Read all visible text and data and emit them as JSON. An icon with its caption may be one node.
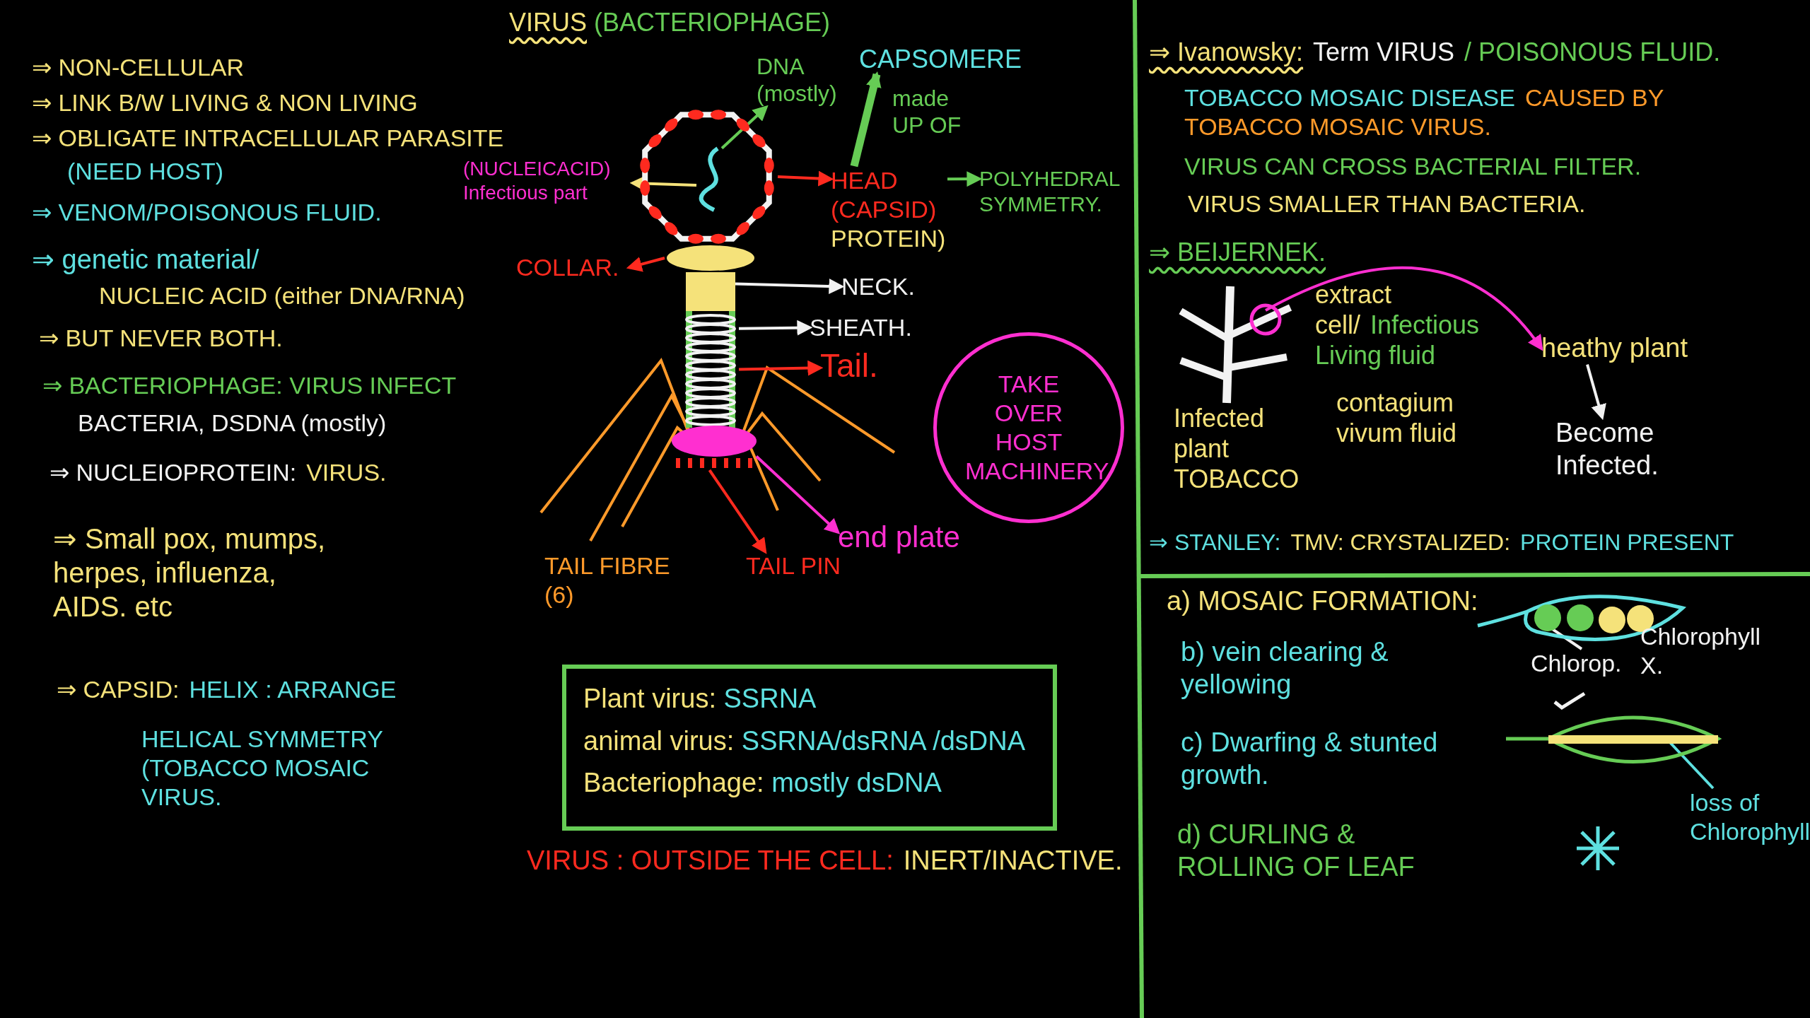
{
  "diagram": {
    "title": "VIRUS (BACTERIOPHAGE)",
    "nodes": [
      {
        "text": [
          "(NUCLEICACID) Infectious part"
        ]
      },
      {
        "text": [
          "DNA (mostly)"
        ]
      },
      {
        "text": [
          "CAPSOMERE"
        ]
      },
      {
        "text": [
          "HEAD (CAPSID)",
          "PROTEIN)"
        ]
      },
      {
        "text": [
          "POLYHEDRAL SYMMETRY."
        ]
      },
      {
        "text": [],
        "shape": "picture"
      },
      {
        "text": [],
        "shape": "picture",
        "in": 5
      },
      {
        "text": [
          "COLLAR."
        ]
      },
      {
        "text": [],
        "shape": "ellipse"
      },
      {
        "text": [
          "NECK."
        ]
      },
      {
        "text": [],
        "shape": "bar"
      },
      {
        "text": [
          "SHEATH."
        ]
      },
      {
        "text": [],
        "shape": "picture"
      },
      {
        "text": [
          "Tail."
        ]
      },
      {
        "text": [],
        "shape": "ellipse"
      },
      {
        "text": [
          "end plate"
        ]
      },
      {
        "text": [
          "TAIL PIN"
        ]
      },
      {
        "text": [
          "TAKE OVER HOST MACHINERY"
        ]
      },
      {
        "text": [
          "Plant virus: SSRNA",
          "animal virus: SSRNA/dsRNA /dsDNA",
          "Bacteriophage: mostly dsDNA"
        ]
      },
      {
        "text": [
          "Infected plant",
          "TOBACCO"
        ]
      },
      {
        "text": [
          "heathy plant"
        ]
      },
      {
        "text": [
          "Become Infected."
        ]
      },
      {
        "text": [],
        "shape": "picture"
      },
      {
        "text": [],
        "shape": "circle",
        "in": 22
      },
      {
        "text": [
          "Chlorop."
        ]
      },
      {
        "text": [],
        "shape": "picture"
      },
      {
        "text": [],
        "shape": "bar",
        "in": 25
      },
      {
        "text": [
          "loss of Chlorophyll."
        ]
      }
    ],
    "edges": [
      {
        "from": 6,
        "to": 0,
        "arrow": "to",
        "color": "#f5e27a"
      },
      {
        "from": 6,
        "to": 1,
        "arrow": "to",
        "color": "#66cc55"
      },
      {
        "from": 3,
        "to": 2,
        "arrow": "to",
        "label": "made UP OF",
        "style": "thick",
        "color": "#66cc55"
      },
      {
        "from": 5,
        "to": 3,
        "arrow": "to",
        "color": "#ff2a1f"
      },
      {
        "from": 3,
        "to": 4,
        "arrow": "to",
        "color": "#66cc55"
      },
      {
        "from": 8,
        "to": 7,
        "arrow": "to",
        "color": "#ff2a1f"
      },
      {
        "from": 10,
        "to": 9,
        "arrow": "to",
        "color": "#f2f2f2"
      },
      {
        "from": 12,
        "to": 11,
        "arrow": "to",
        "color": "#f2f2f2"
      },
      {
        "from": 12,
        "to": 13,
        "arrow": "to",
        "color": "#ff2a1f"
      },
      {
        "from": 14,
        "to": 15,
        "arrow": "to",
        "color": "#ff2fd0"
      },
      {
        "from": 14,
        "to": 16,
        "arrow": "to",
        "color": "#ff2a1f"
      },
      {
        "from": 19,
        "to": 20,
        "arrow": "to",
        "color": "#ff2fd0"
      },
      {
        "from": 20,
        "to": 21,
        "arrow": "to",
        "color": "#f2f2f2"
      },
      {
        "from": 23,
        "to": 24,
        "arrow": "none",
        "color": "#f2f2f2"
      },
      {
        "from": 26,
        "to": 27,
        "arrow": "none",
        "color": "#5ee0e0"
      }
    ],
    "labels": [
      "⇒ NON-CELLULAR",
      "⇒ LINK B/W LIVING & NON LIVING",
      "⇒ OBLIGATE INTRACELLULAR PARASITE",
      "(NEED HOST)",
      "⇒ VENOM/POISONOUS FLUID.",
      "⇒ genetic material/",
      "NUCLEIC ACID (either DNA/RNA)",
      "⇒ BUT NEVER BOTH.",
      "⇒ BACTERIOPHAGE: VIRUS INFECT",
      "BACTERIA, DSDNA (mostly)",
      "⇒ NUCLEIOPROTEIN:",
      "VIRUS.",
      "⇒ Small pox, mumps, herpes, influenza, AIDS. etc",
      "⇒ CAPSID:",
      "HELIX : ARRANGE",
      "HELICAL SYMMETRY (TOBACCO MOSAIC VIRUS.",
      "TAIL FIBRE (6)",
      "VIRUS : OUTSIDE THE CELL:",
      "INERT/INACTIVE.",
      "⇒ Ivanowsky:",
      "Term VIRUS",
      "/ POISONOUS FLUID.",
      "TOBACCO MOSAIC DISEASE",
      "CAUSED BY TOBACCO MOSAIC VIRUS.",
      "VIRUS CAN CROSS BACTERIAL FILTER.",
      "VIRUS SMALLER THAN BACTERIA.",
      "⇒ BEIJERNEK.",
      "extract cell/",
      "Infectious Living fluid",
      "contagium vivum fluid",
      "⇒ STANLEY:",
      "TMV: CRYSTALIZED:",
      "PROTEIN PRESENT",
      "a) MOSAIC FORMATION:",
      "b) vein clearing & yellowing",
      "c) Dwarfing & stunted growth.",
      "d) CURLING & ROLLING OF LEAF",
      "Chlorophyll X."
    ]
  }
}
